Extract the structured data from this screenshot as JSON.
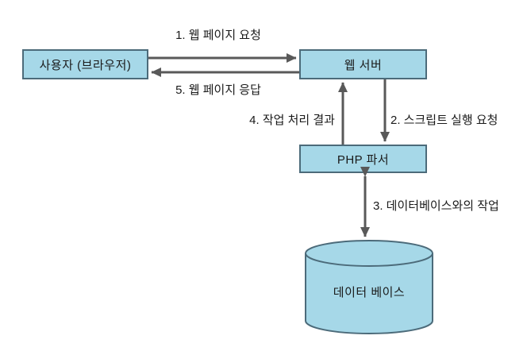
{
  "diagram": {
    "description": "PHP web request flow diagram",
    "nodes": {
      "user": {
        "label": "사용자 (브라우저)"
      },
      "web_server": {
        "label": "웹 서버"
      },
      "php_parser": {
        "label": "PHP 파서"
      },
      "database": {
        "label": "데이터 베이스",
        "shape": "cylinder"
      }
    },
    "arrows": [
      {
        "label": "1. 웹 페이지 요청",
        "from": "user",
        "to": "web_server",
        "direction": "right"
      },
      {
        "label": "2. 스크립트 실행 요청",
        "from": "web_server",
        "to": "php_parser",
        "direction": "down"
      },
      {
        "label": "3. 데이터베이스와의 작업",
        "from": "php_parser",
        "to": "database",
        "direction": "both"
      },
      {
        "label": "4. 작업 처리 결과",
        "from": "php_parser",
        "to": "web_server",
        "direction": "up"
      },
      {
        "label": "5. 웹 페이지 응답",
        "from": "web_server",
        "to": "user",
        "direction": "left"
      }
    ],
    "colors": {
      "node_fill": "#a6d8e8",
      "node_border": "#4c6b7a",
      "arrow": "#595959",
      "text": "#1a1a1a",
      "background": "#ffffff"
    }
  }
}
